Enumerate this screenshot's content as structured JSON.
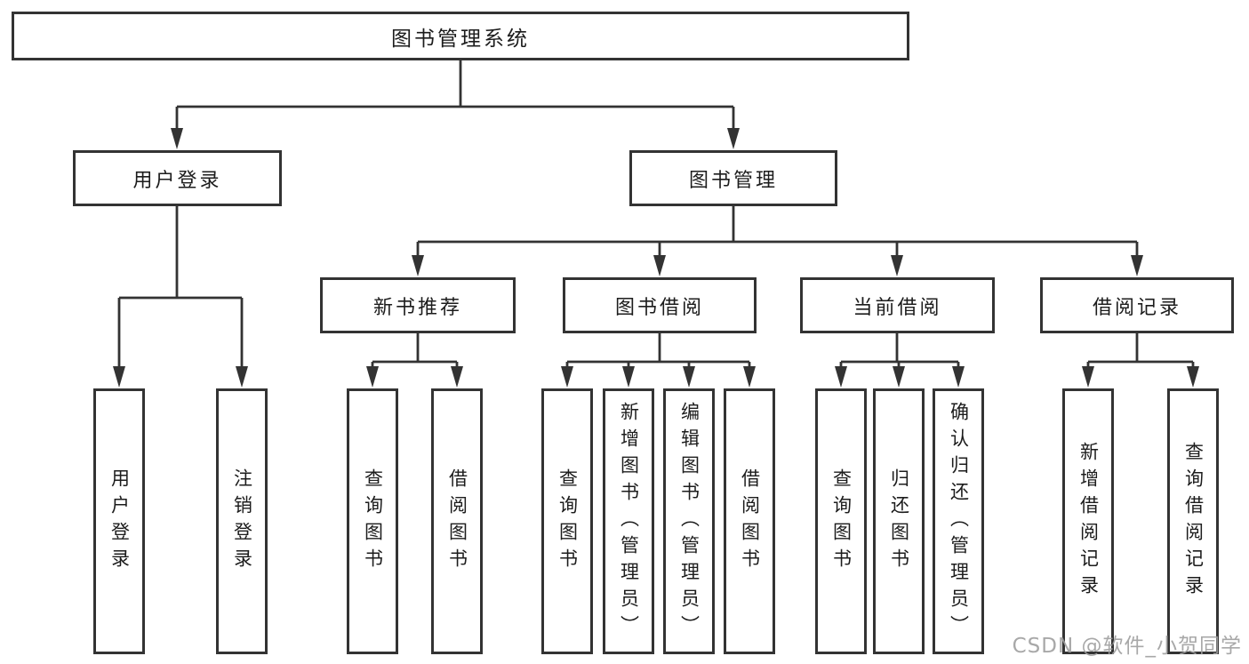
{
  "diagram": {
    "type": "tree",
    "root": {
      "label": "图书管理系统",
      "children": [
        {
          "label": "用户登录",
          "children": [
            {
              "label": "用户登录"
            },
            {
              "label": "注销登录"
            }
          ]
        },
        {
          "label": "图书管理",
          "children": [
            {
              "label": "新书推荐",
              "children": [
                {
                  "label": "查询图书"
                },
                {
                  "label": "借阅图书"
                }
              ]
            },
            {
              "label": "图书借阅",
              "children": [
                {
                  "label": "查询图书"
                },
                {
                  "label": "新增图书（管理员）"
                },
                {
                  "label": "编辑图书（管理员）"
                },
                {
                  "label": "借阅图书"
                }
              ]
            },
            {
              "label": "当前借阅",
              "children": [
                {
                  "label": "查询图书"
                },
                {
                  "label": "归还图书"
                },
                {
                  "label": "确认归还（管理员）"
                }
              ]
            },
            {
              "label": "借阅记录",
              "children": [
                {
                  "label": "新增借阅记录"
                },
                {
                  "label": "查询借阅记录"
                }
              ]
            }
          ]
        }
      ]
    },
    "colors": {
      "line": "#333333",
      "box_border": "#333333",
      "box_bg": "#ffffff",
      "text": "#1c1c1c",
      "watermark": "#9e9e9e"
    }
  },
  "watermark": "CSDN @软件_小贺同学"
}
